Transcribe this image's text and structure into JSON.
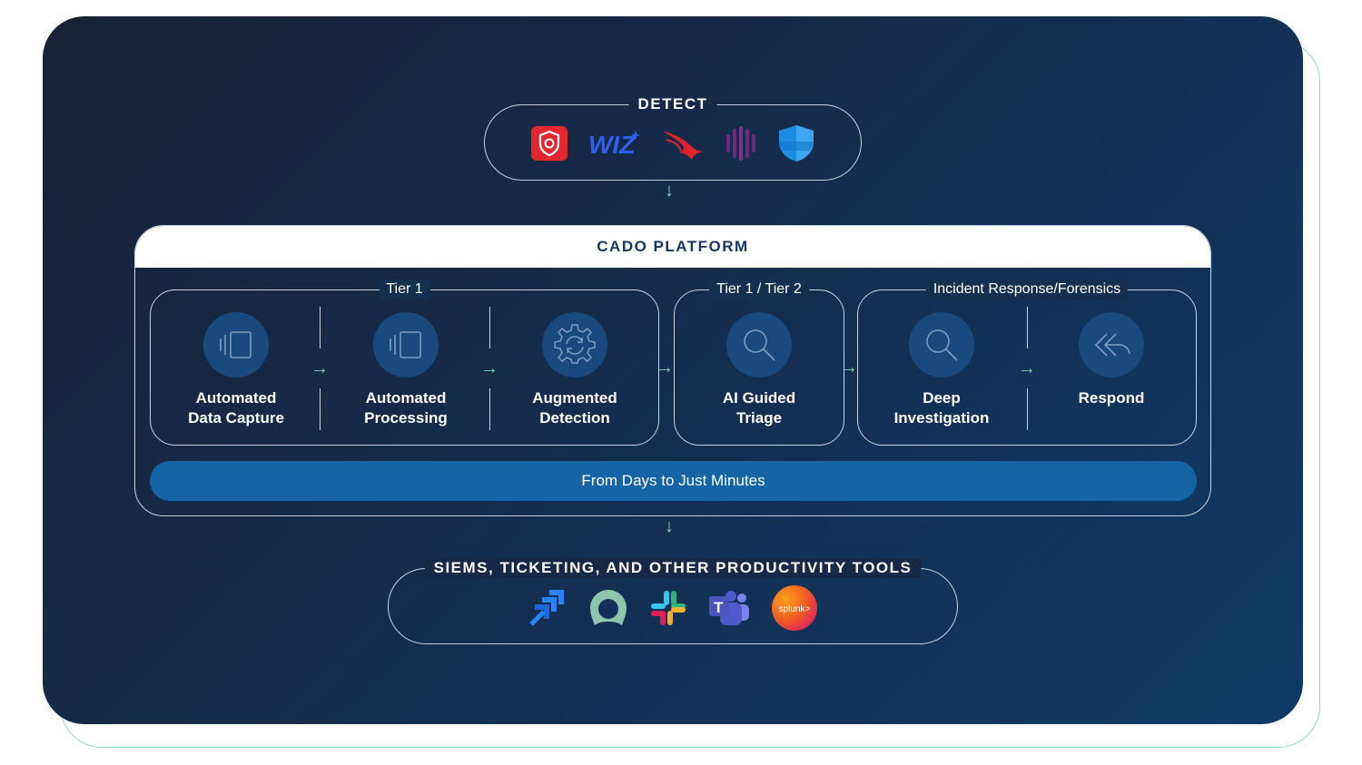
{
  "detect": {
    "title": "DETECT",
    "logos": [
      {
        "name": "red-shield-icon",
        "color": "#e3262f"
      },
      {
        "name": "wiz-logo",
        "text": "WIZ",
        "color": "#2f5ff0"
      },
      {
        "name": "falcon-icon",
        "color": "#e0232b"
      },
      {
        "name": "bars-icon",
        "color": "#6a2a80"
      },
      {
        "name": "defender-shield-icon",
        "color": "#1b8de0"
      }
    ]
  },
  "platform": {
    "title": "CADO PLATFORM",
    "groups": [
      {
        "label": "Tier 1"
      },
      {
        "label": "Tier 1 / Tier 2"
      },
      {
        "label": "Incident Response/Forensics"
      }
    ],
    "steps": [
      {
        "line1": "Automated",
        "line2": "Data Capture",
        "icon": "capture-icon"
      },
      {
        "line1": "Automated",
        "line2": "Processing",
        "icon": "processing-icon"
      },
      {
        "line1": "Augmented",
        "line2": "Detection",
        "icon": "gear-icon"
      },
      {
        "line1": "AI Guided",
        "line2": "Triage",
        "icon": "search-icon"
      },
      {
        "line1": "Deep",
        "line2": "Investigation",
        "icon": "search-icon"
      },
      {
        "line1": "Respond",
        "line2": "",
        "icon": "reply-all-icon"
      }
    ],
    "banner": "From Days to Just Minutes"
  },
  "tools": {
    "title": "SIEMS, TICKETING, AND OTHER PRODUCTIVITY TOOLS",
    "logos": [
      {
        "name": "jira-icon",
        "color": "#2684ff"
      },
      {
        "name": "ring-icon",
        "color": "#8ec5ad"
      },
      {
        "name": "slack-icon",
        "color": "#e01e5a"
      },
      {
        "name": "teams-icon",
        "color": "#5059c9"
      },
      {
        "name": "splunk-logo",
        "text": "splunk>",
        "color": "#f05a22"
      }
    ]
  }
}
